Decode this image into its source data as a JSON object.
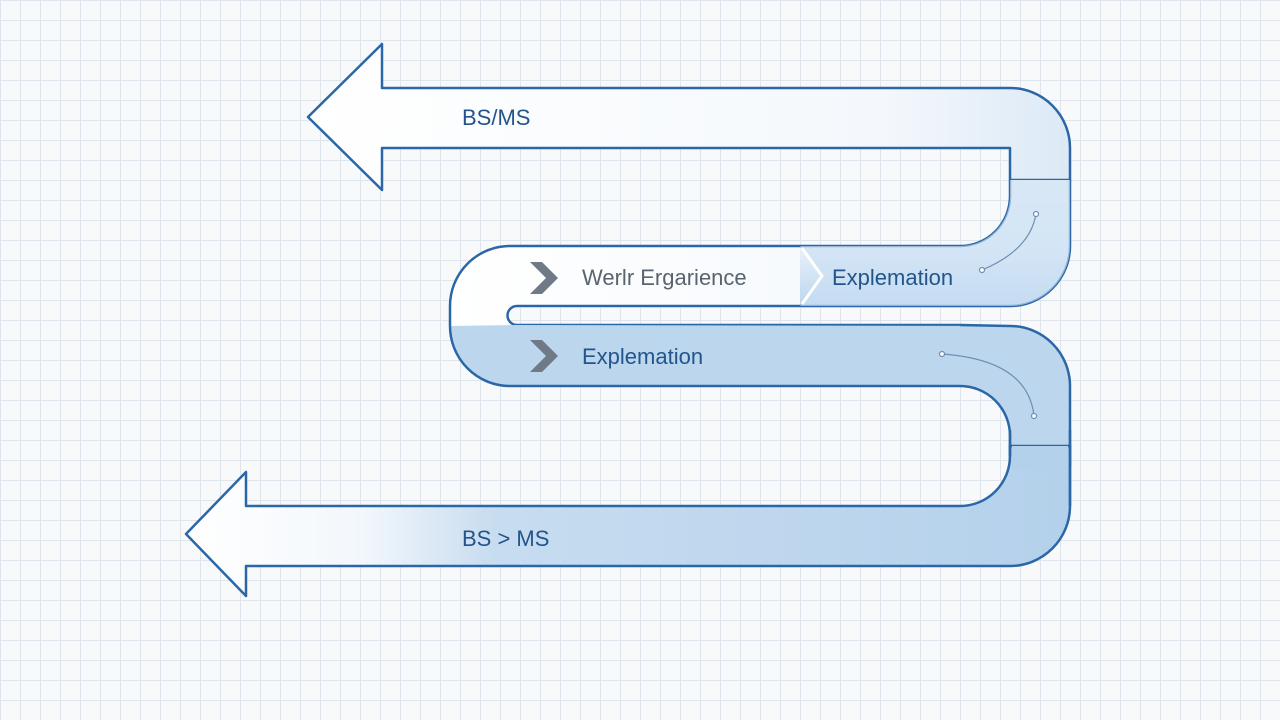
{
  "diagram": {
    "top_arrow_label": "BS/MS",
    "middle_label_left": "Werlr Ergarience",
    "middle_label_right": "Explemation",
    "lower_lane_label": "Explemation",
    "bottom_arrow_label": "BS > MS"
  },
  "colors": {
    "outline": "#2b67a6",
    "fill_light": "#ffffff",
    "fill_blue": "#b7d3ec",
    "text": "#23558c",
    "chevron": "#6f7a86",
    "grid": "#dfe5ec"
  },
  "icons": [
    "chevron-right-icon",
    "chevron-right-icon"
  ]
}
